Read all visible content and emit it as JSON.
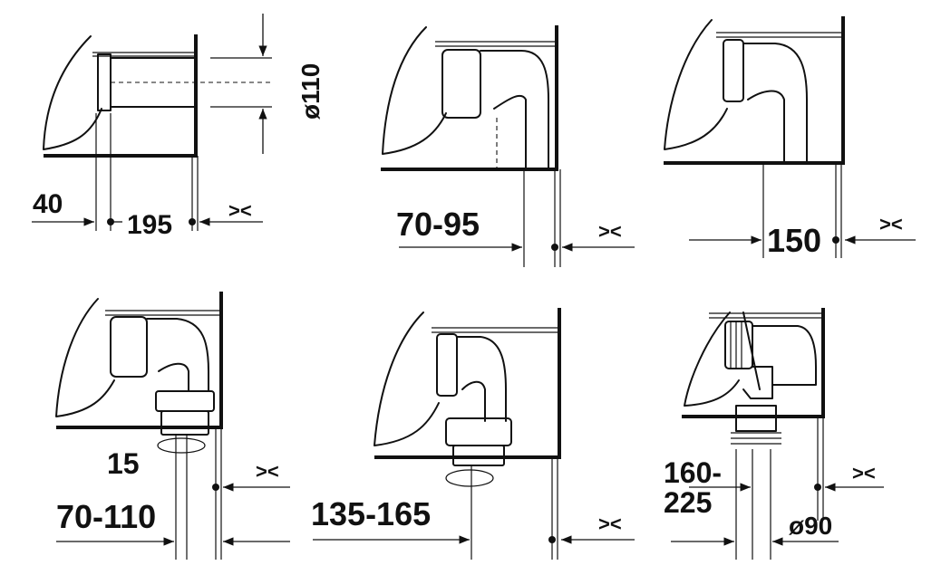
{
  "colors": {
    "ink": "#111111",
    "background": "#ffffff"
  },
  "panels": [
    {
      "id": "panel-1",
      "labels": [
        "40",
        "195",
        "><",
        "ø110"
      ]
    },
    {
      "id": "panel-2",
      "labels": [
        "70-95",
        "><"
      ]
    },
    {
      "id": "panel-3",
      "labels": [
        "150",
        "><"
      ]
    },
    {
      "id": "panel-4",
      "labels": [
        "15",
        "70-110",
        "><"
      ]
    },
    {
      "id": "panel-5",
      "labels": [
        "135-165",
        "><"
      ]
    },
    {
      "id": "panel-6",
      "labels": [
        "160-",
        "225",
        "><",
        "ø90"
      ]
    }
  ]
}
